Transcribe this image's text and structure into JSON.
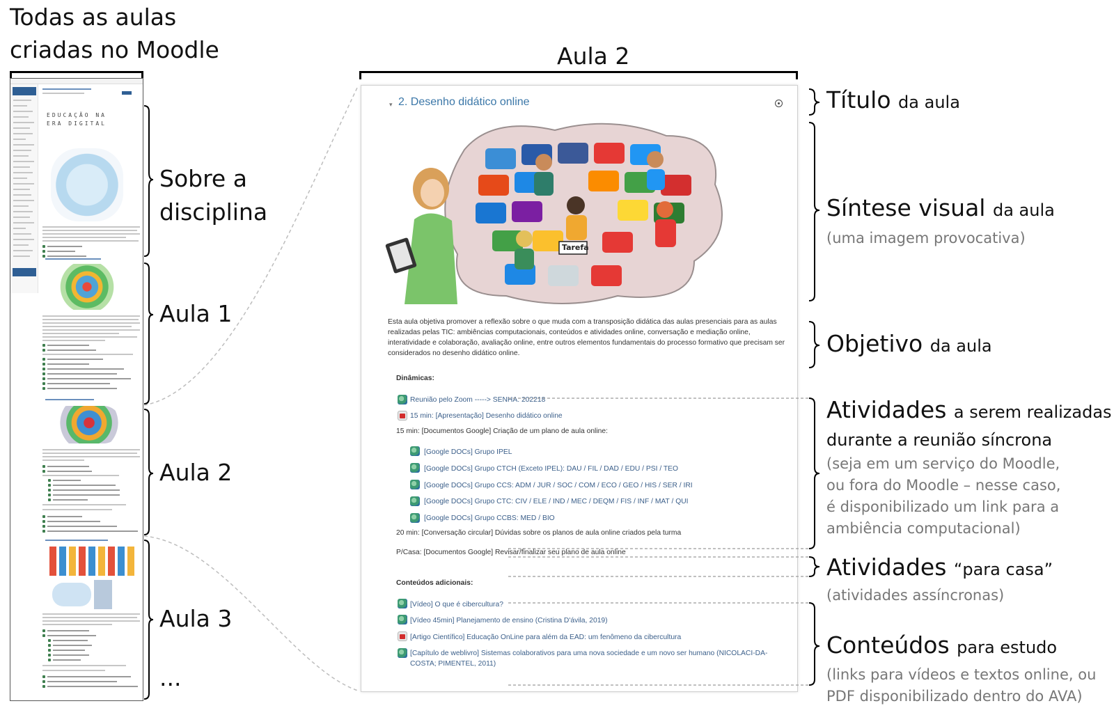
{
  "left_title": [
    "Todas as aulas",
    "criadas no Moodle"
  ],
  "left_labels": {
    "sobre": [
      "Sobre a",
      "disciplina"
    ],
    "aula1": "Aula 1",
    "aula2": "Aula 2",
    "aula3": "Aula 3",
    "ellipsis": "..."
  },
  "center_title": "Aula 2",
  "thumbnail": {
    "course_title": "EDUCAÇÃO NA ERA DIGITAL",
    "banner_word_rows": [
      "EDUCAÇÃO NA",
      "ERA DIGITAL"
    ]
  },
  "moodle": {
    "section_title": "2. Desenho didático online",
    "image_label": "Tarefa",
    "objective_lines": [
      "Esta aula objetiva promover a reflexão sobre o que muda com a transposição didática das aulas presenciais para as aulas",
      "realizadas pelas TIC: ambiências computacionais, conteúdos e atividades online, conversação e mediação online,",
      "interatividade e colaboração, avaliação online, entre outros elementos fundamentais do processo formativo que precisam ser",
      "considerados no desenho didático online."
    ],
    "dinamicas_heading": "Dinâmicas:",
    "dinamicas": [
      {
        "icon": "url",
        "text": "Reunião pelo Zoom -----> SENHA: 202218"
      },
      {
        "icon": "pdf",
        "text": "15 min: [Apresentação] Desenho didático online"
      }
    ],
    "plan_line": "15 min: [Documentos Google] Criação de um plano de aula online:",
    "google_docs": [
      "[Google DOCs] Grupo IPEL",
      "[Google DOCs] Grupo CTCH (Exceto IPEL): DAU / FIL / DAD / EDU / PSI / TEO",
      "[Google DOCs] Grupo CCS: ADM / JUR / SOC / COM / ECO / GEO / HIS / SER / IRI",
      "[Google DOCs] Grupo CTC: CIV / ELE / IND / MEC / DEQM / FIS / INF / MAT / QUI",
      "[Google DOCs] Grupo CCBS: MED / BIO"
    ],
    "conversa_line": "20 min: [Conversação circular] Dúvidas sobre os planos de aula online criados pela turma",
    "casa_line": "P/Casa: [Documentos Google] Revisar/finalizar seu plano de aula online",
    "conteudos_heading": "Conteúdos adicionais:",
    "conteudos": [
      {
        "icon": "url",
        "lines": [
          "[Vídeo] O que é cibercultura?"
        ]
      },
      {
        "icon": "url",
        "lines": [
          "[Vídeo 45min] Planejamento de ensino (Cristina D'ávila, 2019)"
        ]
      },
      {
        "icon": "pdf",
        "lines": [
          "[Artigo Científico] Educação OnLine para além da EAD: um fenômeno da cibercultura"
        ]
      },
      {
        "icon": "url",
        "lines": [
          "[Capítulo de weblivro] Sistemas colaborativos para uma nova sociedade e um novo ser humano (NICOLACI-DA-",
          "COSTA; PIMENTEL, 2011)"
        ]
      }
    ]
  },
  "annotations": {
    "titulo": {
      "main": "Título",
      "small": "da aula"
    },
    "sintese": {
      "main": "Síntese visual",
      "small": "da aula",
      "note": "(uma imagem provocativa)"
    },
    "objetivo": {
      "main": "Objetivo",
      "small": "da aula"
    },
    "atividades": {
      "main": "Atividades",
      "small": "a serem realizadas",
      "line2": "durante a reunião síncrona",
      "notes": [
        "(seja em um serviço do Moodle,",
        "ou fora do Moodle – nesse caso,",
        "é disponibilizado um link para a",
        "ambiência computacional)"
      ]
    },
    "casa": {
      "main": "Atividades",
      "small": "“para casa”",
      "note": "(atividades assíncronas)"
    },
    "conteudos": {
      "main": "Conteúdos",
      "small": "para estudo",
      "notes": [
        "(links para vídeos e textos online, ou",
        "PDF disponibilizado dentro do AVA)"
      ]
    }
  },
  "colors": {
    "moodle_link": "#3b5f8a",
    "annotation_grey": "#777777",
    "brace": "#000000"
  }
}
